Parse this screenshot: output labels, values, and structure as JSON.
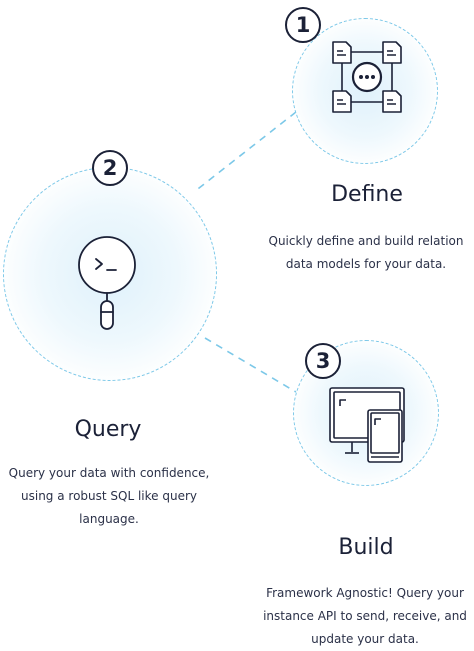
{
  "colors": {
    "ink": "#1b2137",
    "accent_dashed": "#7cc8e8",
    "glow": "#dff1fb"
  },
  "steps": [
    {
      "number": "1",
      "title": "Define",
      "description_lines": [
        "Quickly define and build relation",
        "data models for your data."
      ],
      "icon": "data-model-icon"
    },
    {
      "number": "2",
      "title": "Query",
      "description_lines": [
        "Query your data with confidence,",
        "using a robust SQL like query",
        "language."
      ],
      "icon": "terminal-search-icon"
    },
    {
      "number": "3",
      "title": "Build",
      "description_lines": [
        "Framework Agnostic! Query your",
        "instance API to send, receive, and",
        "update your data."
      ],
      "icon": "devices-icon"
    }
  ]
}
